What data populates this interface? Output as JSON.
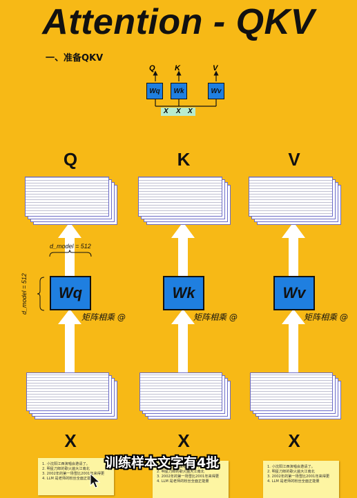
{
  "title": "Attention - QKV",
  "section_heading": "一、准备QKV",
  "mini_diagram": {
    "outputs": [
      "Q",
      "K",
      "V"
    ],
    "weights": [
      "Wq",
      "Wk",
      "Wv"
    ],
    "inputs": [
      "X",
      "X",
      "X"
    ]
  },
  "columns": [
    {
      "output": "Q",
      "weight": "Wq",
      "input": "X",
      "op": "矩阵相乘 @"
    },
    {
      "output": "K",
      "weight": "Wk",
      "input": "X",
      "op": "矩阵相乘 @"
    },
    {
      "output": "V",
      "weight": "Wv",
      "input": "X",
      "op": "矩阵相乘 @"
    }
  ],
  "dims": {
    "width_label": "d_model = 512",
    "height_label": "d_model = 512"
  },
  "caption": "训练样本文字有4批",
  "notes": {
    "lines": [
      "1. 小沈阳江西演唱会邀请了。",
      "2. 明星刀郎的歌火遍大江南北",
      "3. 2002年的第一场雪比2001年来得更",
      "4. LLM 是老师的粉丝全面正能量"
    ]
  },
  "colors": {
    "background": "#f7b916",
    "weight_box": "#1f7fe0",
    "arrow": "#ffffff",
    "input_bar": "#b8eccf"
  }
}
